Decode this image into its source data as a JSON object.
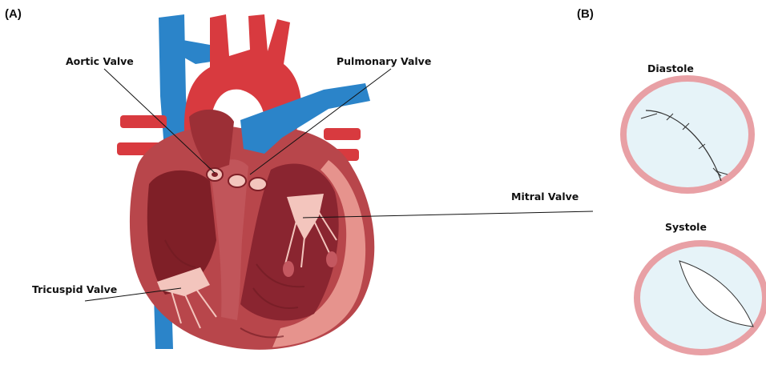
{
  "panels": {
    "a_label": "(A)",
    "b_label": "(B)"
  },
  "heart_labels": {
    "aortic": "Aortic  Valve",
    "pulmonary": "Pulmonary Valve",
    "mitral": "Mitral Valve",
    "tricuspid": "Tricuspid Valve"
  },
  "valve_states": {
    "diastole": "Diastole",
    "systole": "Systole"
  },
  "colors": {
    "artery_red": "#d83a3f",
    "vein_blue": "#2b84c9",
    "myocardium": "#b8464b",
    "chamber_dark": "#7f1f27",
    "endocardium": "#e79a92",
    "valve_cusp": "#f3c5bd",
    "ring_pink": "#e8a0a5",
    "ring_fill": "#e6f3f8"
  }
}
